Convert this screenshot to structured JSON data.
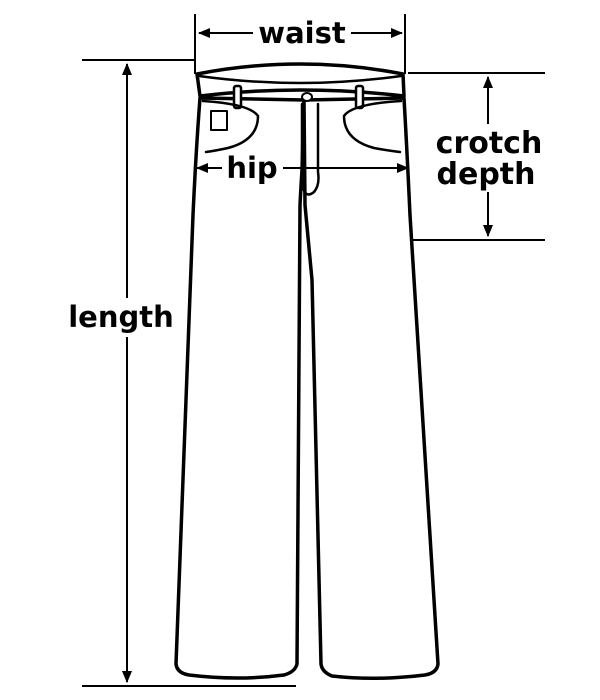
{
  "labels": {
    "waist": "waist",
    "hip": "hip",
    "crotch_line1": "crotch",
    "crotch_line2": "depth",
    "length": "length"
  },
  "colors": {
    "line": "#000000",
    "background": "#ffffff",
    "garment_fill": "#ffffff"
  }
}
